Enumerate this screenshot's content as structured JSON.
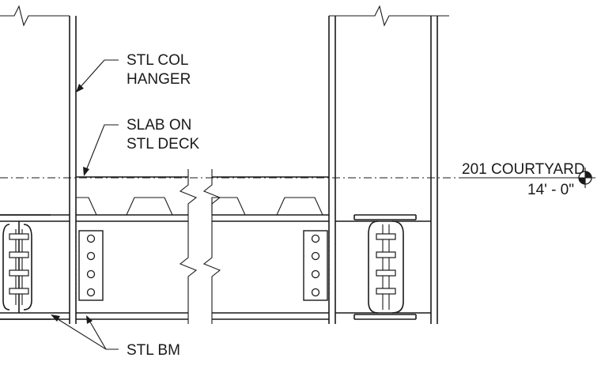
{
  "labels": {
    "col_hanger_line1": "STL COL",
    "col_hanger_line2": "HANGER",
    "slab_line1": "SLAB ON",
    "slab_line2": "STL DECK",
    "beam": "STL BM"
  },
  "level_marker": {
    "name": "201 COURTYARD",
    "elevation": "14' - 0\""
  },
  "colors": {
    "ink": "#1a1a1a",
    "background": "#ffffff"
  }
}
